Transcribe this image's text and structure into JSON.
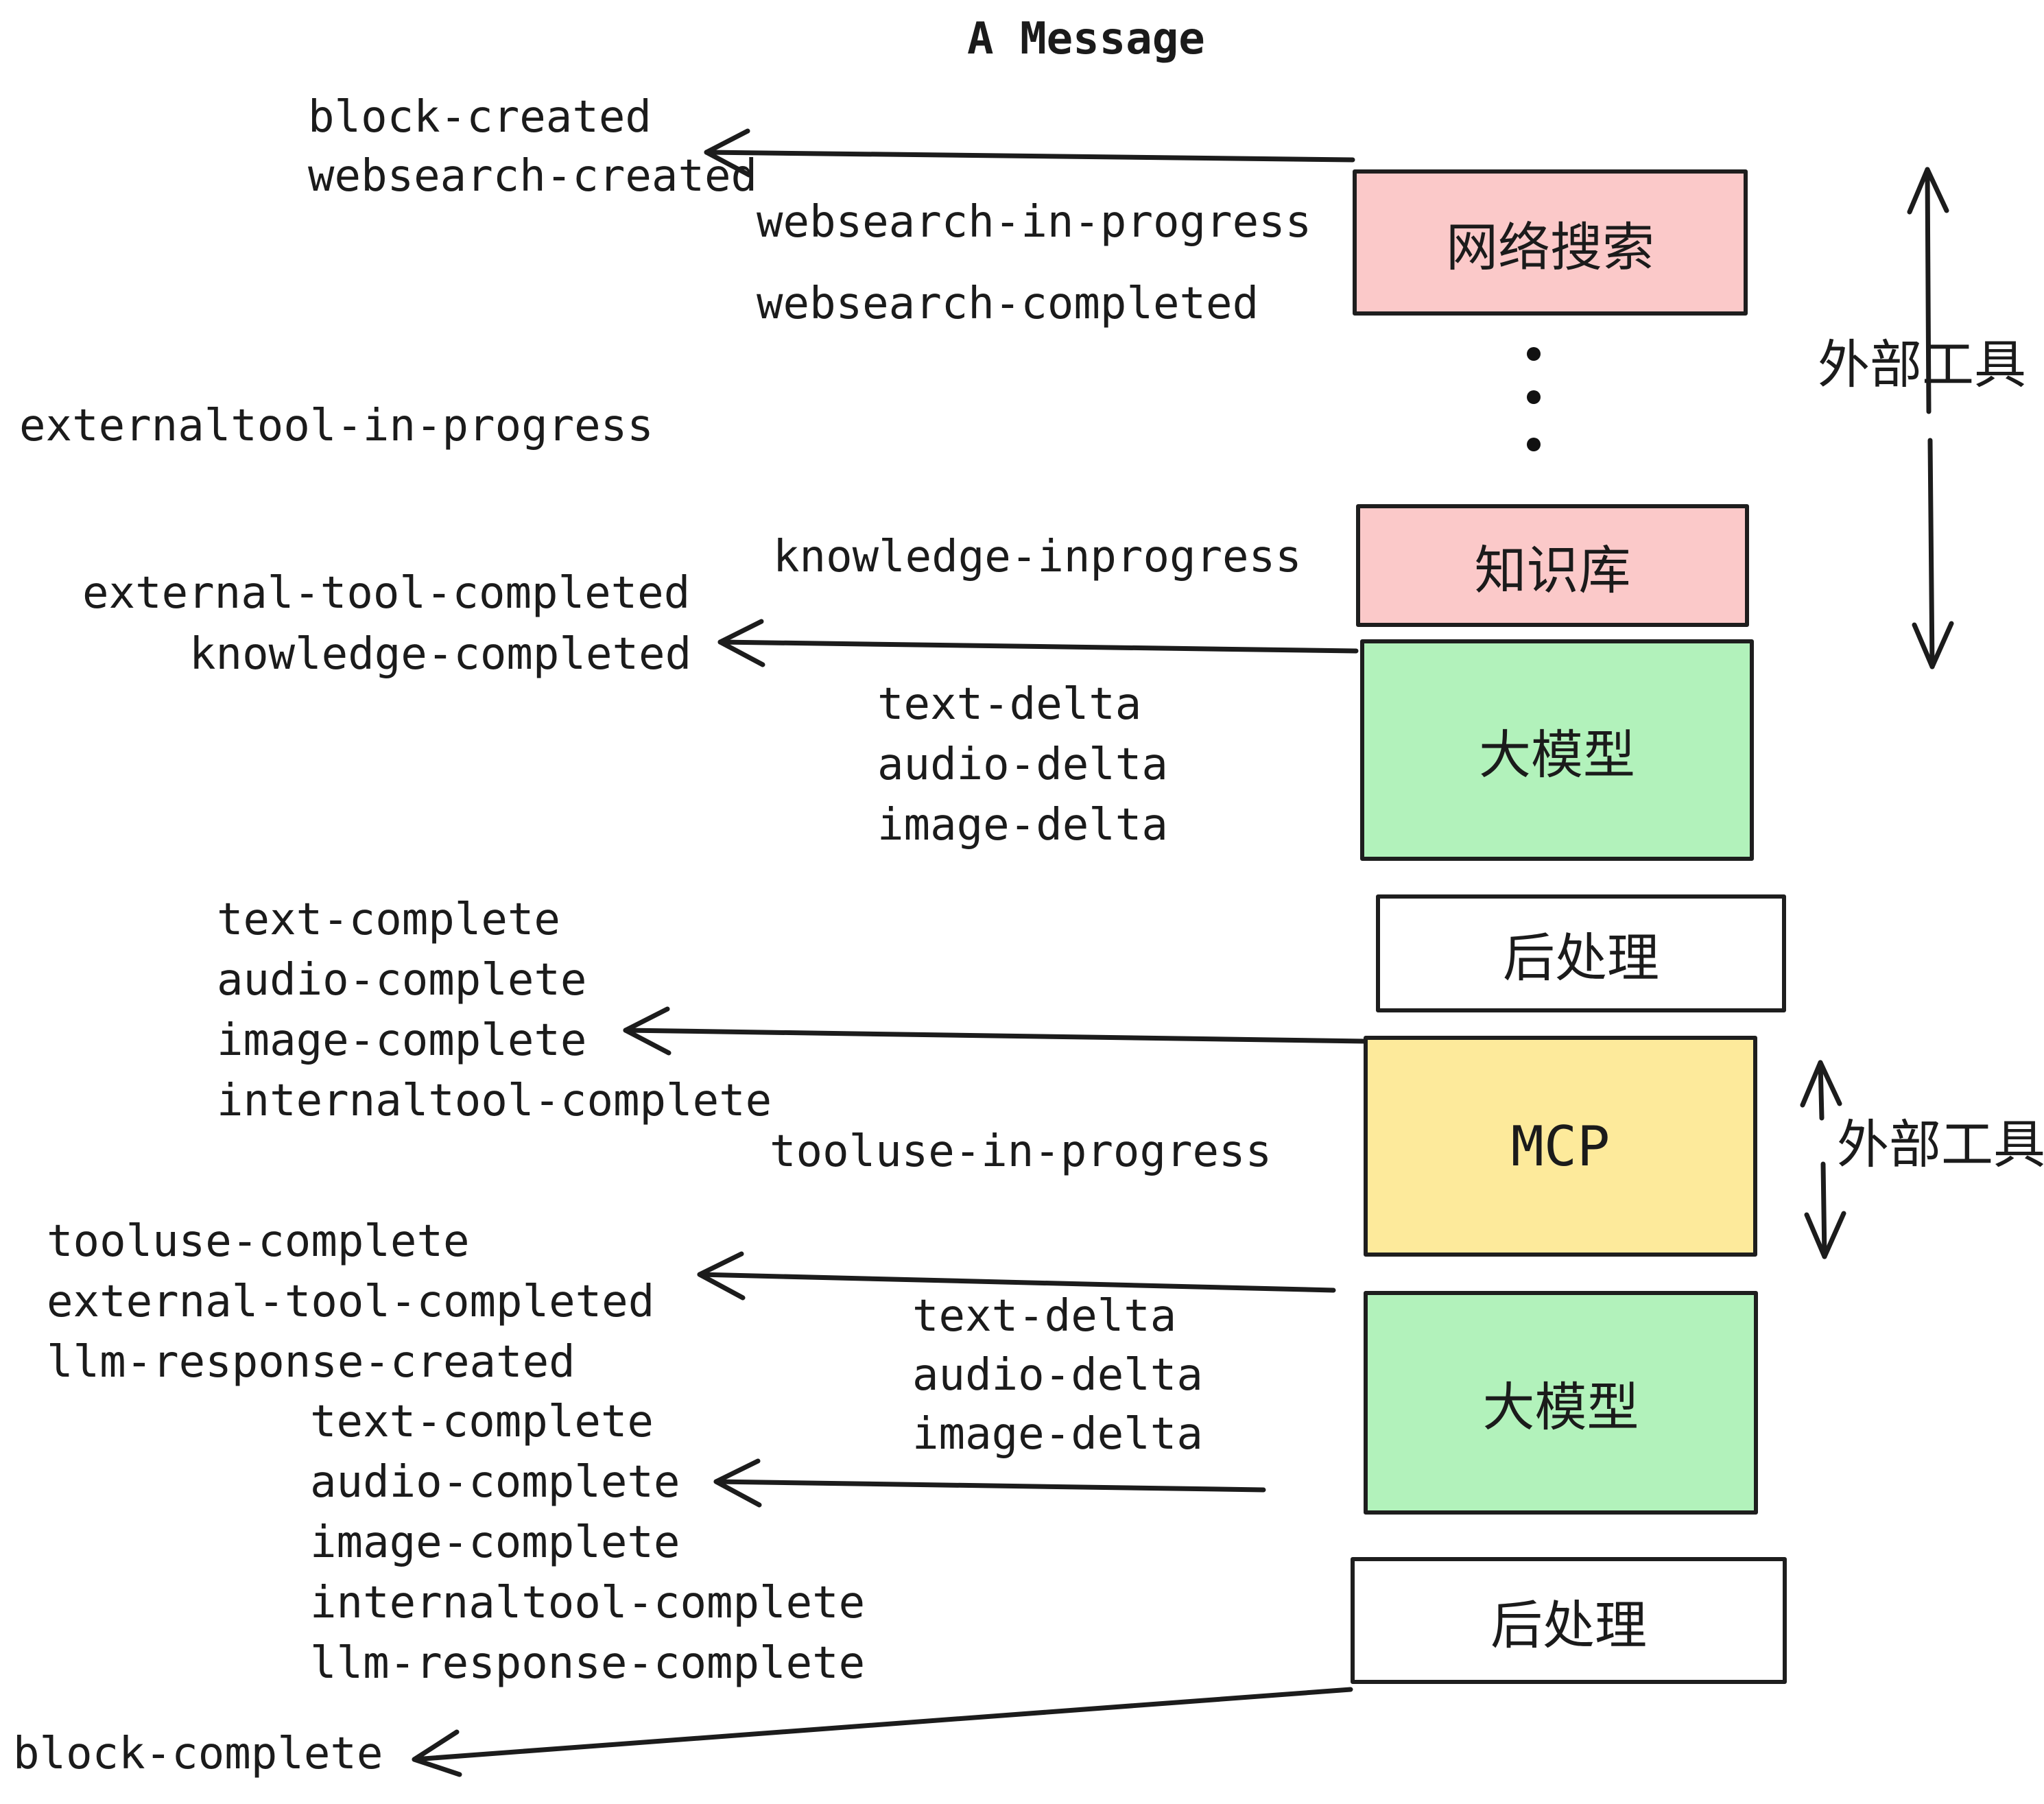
{
  "title": "A Message",
  "colors": {
    "background": "#ffffff",
    "ink": "#1b1b1b",
    "box_pink": "#fbc9c9",
    "box_green": "#b2f2bb",
    "box_yellow": "#fdea9b",
    "box_white": "#ffffff"
  },
  "boxes": {
    "websearch": {
      "label": "网络搜索",
      "color": "#fbc9c9"
    },
    "knowledge": {
      "label": "知识库",
      "color": "#fbc9c9"
    },
    "llm1": {
      "label": "大模型",
      "color": "#b2f2bb"
    },
    "post1": {
      "label": "后处理",
      "color": "#ffffff"
    },
    "mcp": {
      "label": "MCP",
      "color": "#fdea9b"
    },
    "llm2": {
      "label": "大模型",
      "color": "#b2f2bb"
    },
    "post2": {
      "label": "后处理",
      "color": "#ffffff"
    }
  },
  "side_labels": {
    "external_tools_top": "外部工具",
    "external_tools_bottom": "外部工具"
  },
  "events": {
    "block_created": "block-created",
    "websearch_created": "websearch-created",
    "websearch_in_progress": "websearch-in-progress",
    "websearch_completed": "websearch-completed",
    "externaltool_in_progress": "externaltool-in-progress",
    "knowledge_inprogress": "knowledge-inprogress",
    "external_tool_completed_1": "external-tool-completed",
    "knowledge_completed": "knowledge-completed",
    "text_delta_1": "text-delta",
    "audio_delta_1": "audio-delta",
    "image_delta_1": "image-delta",
    "text_complete_1": "text-complete",
    "audio_complete_1": "audio-complete",
    "image_complete_1": "image-complete",
    "internaltool_complete_1": "internaltool-complete",
    "tooluse_in_progress": "tooluse-in-progress",
    "tooluse_complete": "tooluse-complete",
    "external_tool_completed_2": "external-tool-completed",
    "llm_response_created": "llm-response-created",
    "text_delta_2": "text-delta",
    "audio_delta_2": "audio-delta",
    "image_delta_2": "image-delta",
    "text_complete_2": "text-complete",
    "audio_complete_2": "audio-complete",
    "image_complete_2": "image-complete",
    "internaltool_complete_2": "internaltool-complete",
    "llm_response_complete": "llm-response-complete",
    "block_complete": "block-complete"
  }
}
